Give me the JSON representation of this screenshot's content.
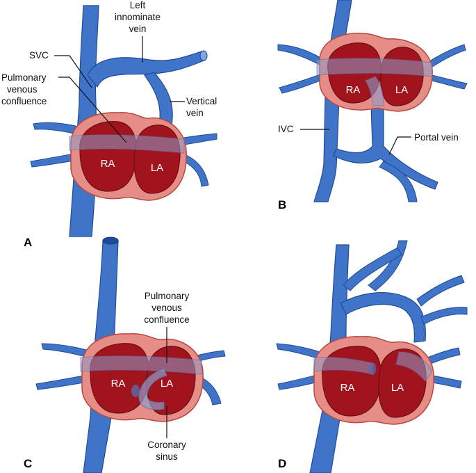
{
  "colors": {
    "vein": "#3f74c8",
    "vein_dark": "#1f4b97",
    "vein_light": "#7ea6e3",
    "heart_outer": "#e58d86",
    "heart_outer_edge": "#b8473f",
    "chamber": "#a1141d",
    "chamber_edge": "#6c0c12",
    "confluence": "#8e9bc9",
    "label": "#111111",
    "chamber_text": "#ffffff"
  },
  "panels": {
    "A": {
      "letter": "A",
      "labels": {
        "left_innominate_vein": [
          "Left",
          "innominate",
          "vein"
        ],
        "svc": "SVC",
        "pulmonary_venous_confluence": [
          "Pulmonary",
          "venous",
          "confluence"
        ],
        "vertical_vein": [
          "Vertical",
          "vein"
        ]
      },
      "chambers": {
        "ra": "RA",
        "la": "LA"
      }
    },
    "B": {
      "letter": "B",
      "labels": {
        "ivc": "IVC",
        "portal_vein": "Portal vein"
      },
      "chambers": {
        "ra": "RA",
        "la": "LA"
      }
    },
    "C": {
      "letter": "C",
      "labels": {
        "pulmonary_venous_confluence": [
          "Pulmonary",
          "venous",
          "confluence"
        ],
        "coronary_sinus": [
          "Coronary",
          "sinus"
        ]
      },
      "chambers": {
        "ra": "RA",
        "la": "LA"
      }
    },
    "D": {
      "letter": "D",
      "chambers": {
        "ra": "RA",
        "la": "LA"
      }
    }
  }
}
